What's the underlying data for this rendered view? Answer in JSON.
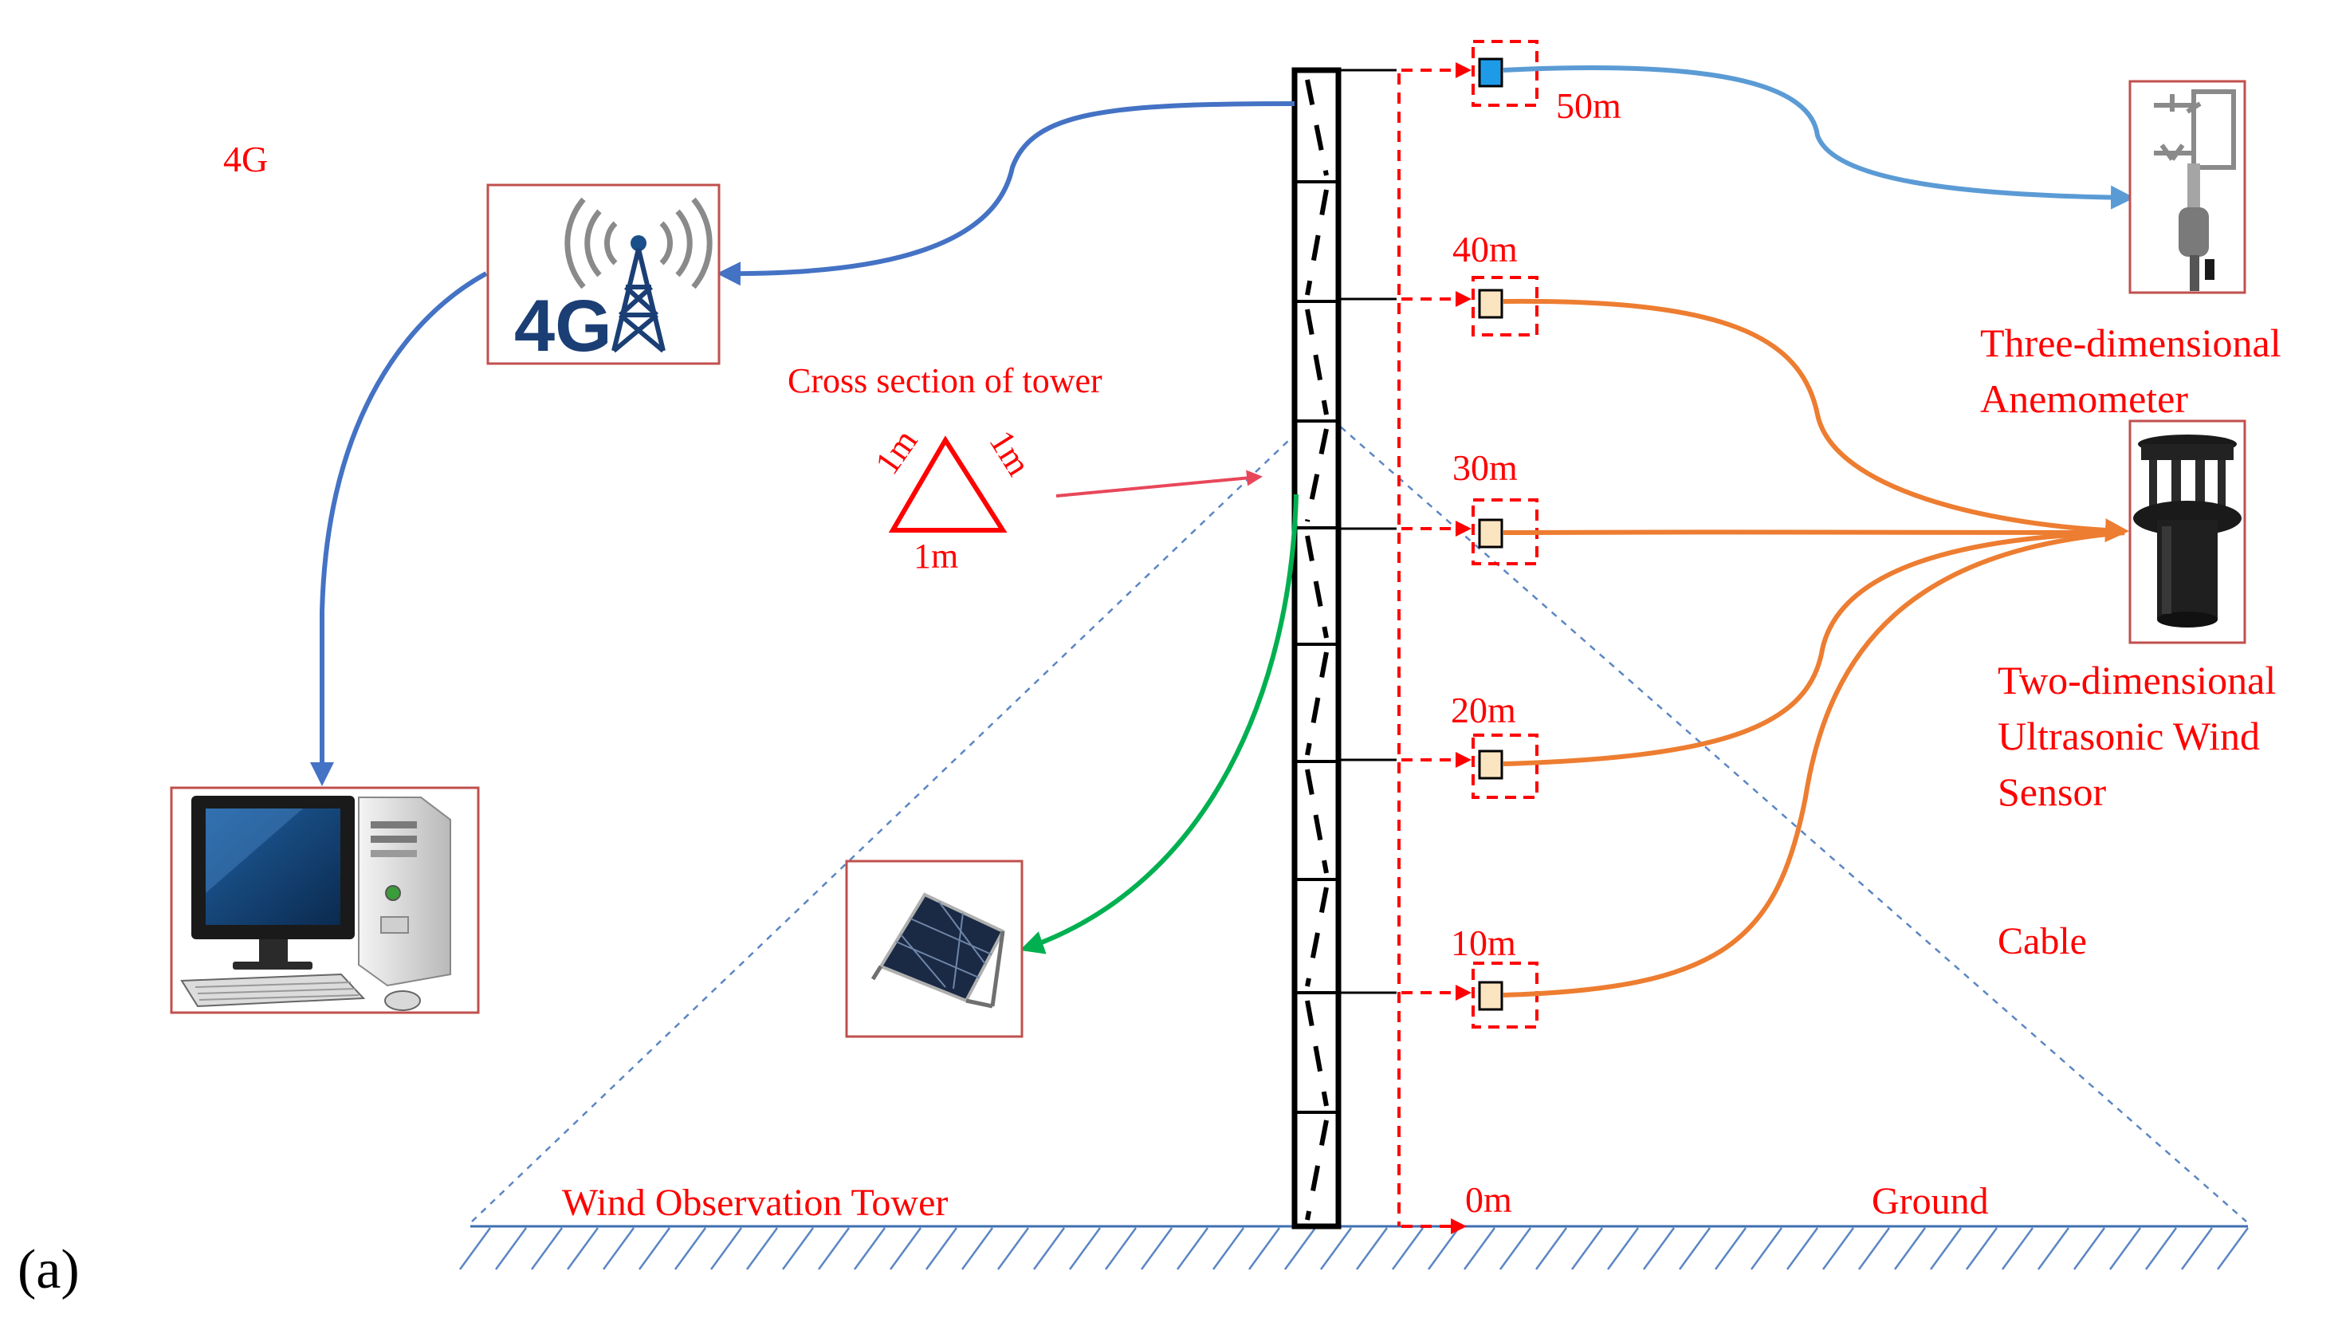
{
  "network_label": "4G",
  "cell_tower_text": "4G",
  "cross_section": {
    "title": "Cross section of tower",
    "side_left": "1m",
    "side_right": "1m",
    "side_bottom": "1m"
  },
  "heights": [
    "50m",
    "40m",
    "30m",
    "20m",
    "10m",
    "0m"
  ],
  "sensors": {
    "three_d": "Three-dimensional Anemometer",
    "three_d_line1": "Three-dimensional",
    "three_d_line2": "Anemometer",
    "two_d_line1": "Two-dimensional",
    "two_d_line2": "Ultrasonic Wind",
    "two_d_line3": "Sensor"
  },
  "cable_label": "Cable",
  "tower_label": "Wind Observation Tower",
  "ground_label": "Ground",
  "panel_label": "(a)",
  "colors": {
    "label_red": "#ff0000",
    "link_blue": "#4472c4",
    "anemometer_blue": "#5b9bd5",
    "cable_orange": "#ed7d31",
    "power_green": "#00b050",
    "sensor_fill": "#fbe5c0",
    "sensor_50m_fill": "#1e9be8"
  }
}
